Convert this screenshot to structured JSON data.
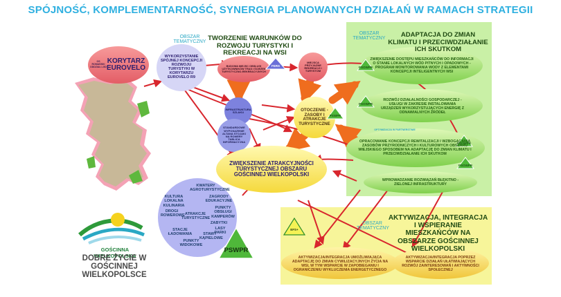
{
  "title": "SPÓJNOŚĆ, KOMPLEMENTARNOŚĆ, SYNERGIA PLANOWANYCH DZIAŁAŃ W RAMACH STRATEGII",
  "colors": {
    "title": "#2fb0e0",
    "green_panel": "#c9f0a6",
    "yellow_panel": "#f7f59a",
    "arrow_red": "#d8262d",
    "arrow_orange": "#ef6d1e",
    "map_fill": "#c8b898",
    "map_border": "#f4a2b5",
    "circle_blue": "#b4b6f2",
    "triangle_green": "#4fb83a"
  },
  "area_label": "OBSZAR TEMATYCZNY",
  "area_tourism": {
    "heading": "TWORZENIE WARUNKÓW DO ROZWOJU TURYSTYKI I REKREACJI NA WSI",
    "koncepcja": "WYKORZYSTANIE SPÓJNEJ KONCEPCJI ROZWOJU TURYSTYKI W KORYTARZU EUROVELO R9",
    "mop": "BUDOWA MIEJSC OBSŁUGI UŻYTKOWNIKÓW TRAS I ŚCIEŻEK TURYSTYCZNO-REKREACYJNYCH",
    "przyjazne": "MIEJSCA PRZYJAZNE REKREACJI I TURYSTOM",
    "infrastruktura": "INFRASTRUKTURA SZLAKU",
    "standardowe": "STANDARDOWE WYPOSAŻENIE ALTANA STOJAKI NA ROWERY TABLICA INFORMACYJNA"
  },
  "korytarz": {
    "label": "KORYTARZ EUROVELO",
    "side": "OS ROMAŃSKI ODDZIAŁ LGD"
  },
  "otoczenie": "OTOCZENIE - ZASOBY I ATRAKCJE TURYSTYCZNE",
  "zwiekszenie": "ZWIĘKSZENIE ATRAKCYJNOŚCI TURYSTYCZNEJ OBSZARU GOŚCINNEJ WIELKOPOLSKI",
  "area_climate": {
    "heading": "ADAPTACJA DO ZMIAN KLIMATU I PRZECIWDZIAŁANIE ICH SKUTKOM",
    "o1": "ZWIĘKSZENIE DOSTĘPU MIESZKAŃCÓW DO INFORMACJI O STANIE LOKALNYCH WÓD PITNYCH I OPADOWYCH - PROGRAM MONITOROWANIA WODY Z ELEMENTAMI KONCEPCJI INTELIGENTNYCH WSI",
    "o2": "ROZWÓJ DZIAŁALNOŚCI GOSPODARCZEJ - USŁUGI W ZAKRESIE INSTALOWANIA URZĄDZEŃ WYKORZYSTUJĄCYCH ENERGIĘ Z ODNAWIALNYCH ŹRÓDEŁ",
    "o3": "OPRACOWANIE KONCEPCJI REWITALIZACJI I WZBOGACANIA ZASOBÓW PRZYRODNICZYCH I KULTUROWYCH OBSZARU WIEJSKIEGO SPOSOBEM NA ADAPTACJĘ DO ZMIAN KLIMATU I PRZECIWDZIAŁANIE ICH SKUTKOM",
    "o4": "WPROWADZANIE ROZWIĄZAŃ BŁĘKITNO - ZIELONEJ INFRASTRUKTURY",
    "tag3": "OPTYMIZACJA W PARTNERSTWIE"
  },
  "area_social": {
    "heading": "AKTYWIZACJA, INTEGRACJA I WSPIERANIE MIESZKAŃCÓW NA OBSZARZE GOŚCINNEJ WIELKOPOLSKI",
    "a1": "AKTYWIZACJA/INTEGRACJA UMOŻLIWIAJĄCA ADAPTACJĘ DO ZMIAN CYWILIZACYJNYCH ŻYCIA NA WSI, W TYM WSPARCIE W ZAPOBIEGANIU I OGRANICZENIU WYKLUCZENIA ENERGETYCZNEGO",
    "a2": "AKTYWIZACJA/INTEGRACJA POPRZEZ WSPARCIE DZIAŁAŃ UŁATWIAJĄCYCH ROZWÓJ ZAINTERESOWAŃ I AKTYWNOŚCI SPOŁECZNEJ",
    "efs": "EFS+"
  },
  "triangles": {
    "psowpr": "PSOWPR",
    "pswpr": "PSWPR",
    "fers": "FERS"
  },
  "words": [
    "KWATERY AGROTURYSTYCZNE",
    "ZAGRODY EDUKACYJNE",
    "KULTURA LOKALNA KULINARIA",
    "PUNKTY OBSŁUGI KAMPERÓW",
    "DROGI ROWEROWE",
    "ATRAKCJE TURYSTYCZNE",
    "ZABYTKI",
    "LASY PARKI",
    "STACJE ŁADOWANIA",
    "STAWY KĄPIELOWE",
    "PUNKTY WIDOKOWE"
  ],
  "logo": {
    "name": "GOŚCINNA WIELKOPOLSKA",
    "slogan": "DOBRE ŻYCIE W GOŚCINNEJ WIELKOPOLSCE"
  }
}
